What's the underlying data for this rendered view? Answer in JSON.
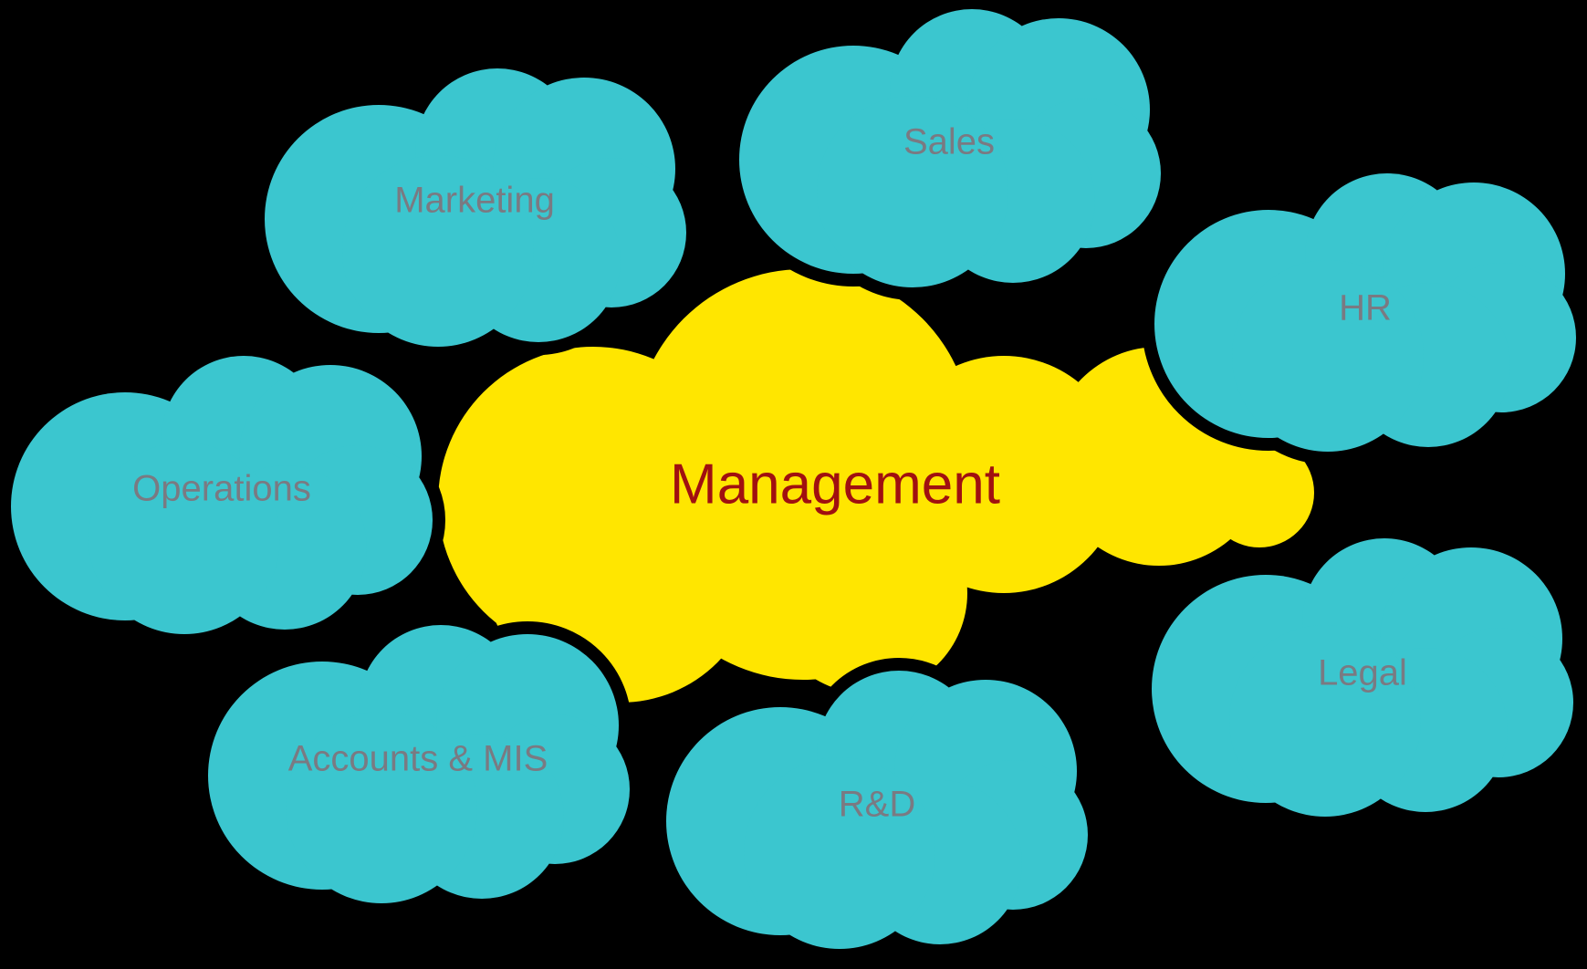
{
  "colors": {
    "background": "#000000",
    "center_fill": "#ffe600",
    "center_text": "#a01010",
    "dept_fill": "#3bc6cf",
    "dept_text": "#7a7a82"
  },
  "center": {
    "label": "Management"
  },
  "departments": {
    "marketing": "Marketing",
    "sales": "Sales",
    "hr": "HR",
    "operations": "Operations",
    "legal": "Legal",
    "accounts": "Accounts & MIS",
    "rnd": "R&D"
  }
}
